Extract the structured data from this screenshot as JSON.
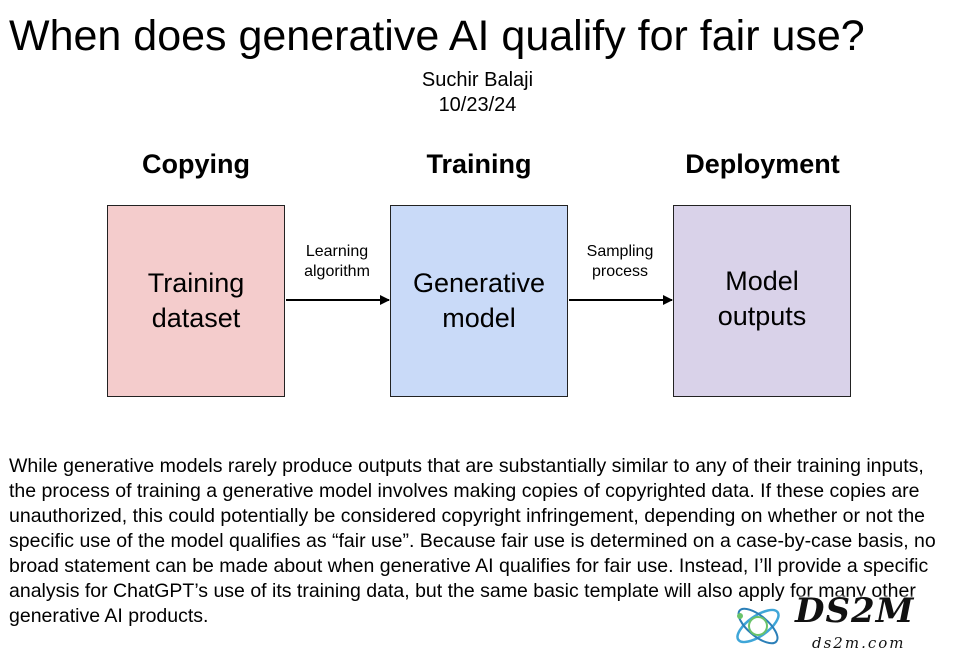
{
  "title": "When does generative AI qualify for fair use?",
  "author": "Suchir Balaji",
  "date": "10/23/24",
  "diagram": {
    "stages": [
      {
        "heading": "Copying",
        "box_lines": [
          "Training",
          "dataset"
        ],
        "color": "#f4cccc"
      },
      {
        "heading": "Training",
        "box_lines": [
          "Generative",
          "model"
        ],
        "color": "#c9daf8"
      },
      {
        "heading": "Deployment",
        "box_lines": [
          "Model",
          "outputs"
        ],
        "color": "#d9d2e9"
      }
    ],
    "arrows": [
      {
        "label_lines": [
          "Learning",
          "algorithm"
        ]
      },
      {
        "label_lines": [
          "Sampling",
          "process"
        ]
      }
    ]
  },
  "body": "While generative models rarely produce outputs that are substantially similar to any of their training inputs, the process of training a generative model involves making copies of copyrighted data. If these copies are unauthorized, this could potentially be considered copyright infringement, depending on whether or not the specific use of the model qualifies as “fair use”. Because fair use is determined on a case-by-case basis, no broad statement can be made about when generative AI qualifies for fair use. Instead, I’ll provide a specific analysis for ChatGPT’s use of its training data, but the same basic template will also apply for many other generative AI products.",
  "watermark": {
    "main": "DS2M",
    "sub": "ds2m.com",
    "icon": "globe-orbit-icon",
    "icon_color": "#3fa6d8"
  }
}
